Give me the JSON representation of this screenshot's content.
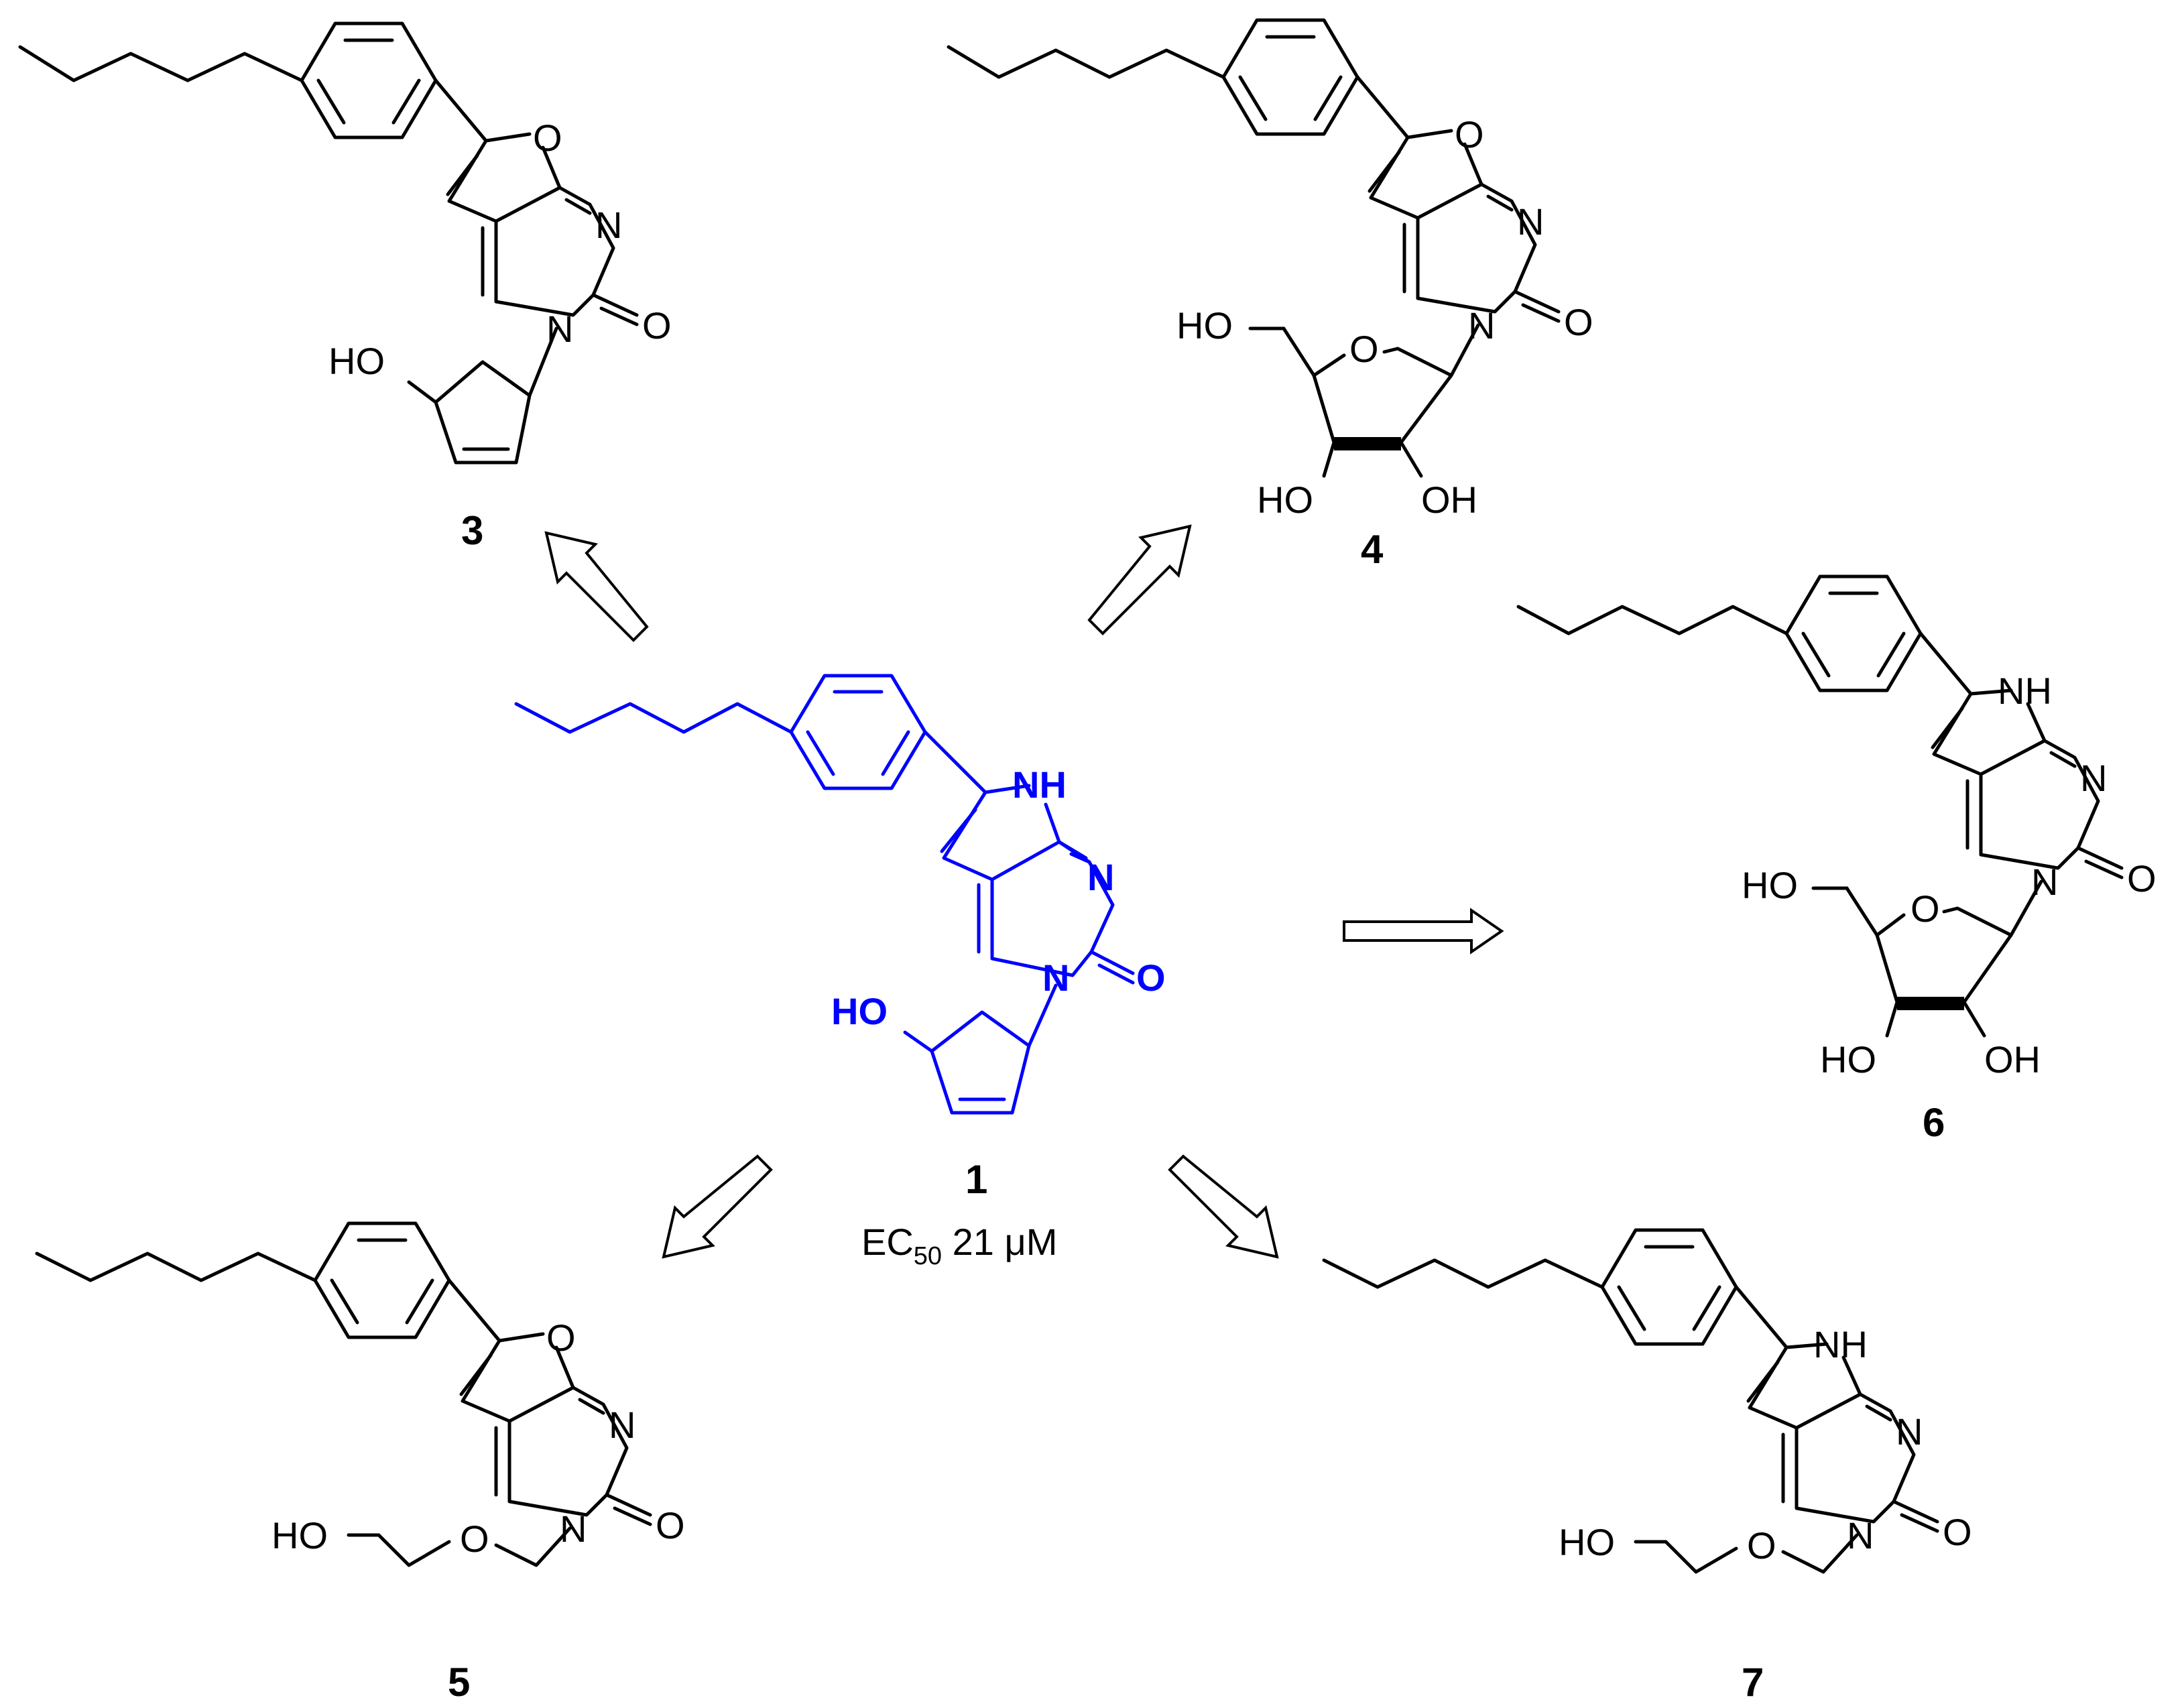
{
  "compounds": {
    "c3": {
      "number": "3"
    },
    "c4": {
      "number": "4"
    },
    "c1": {
      "number": "1",
      "activity_prefix": "EC",
      "activity_subscript": "50",
      "activity_value": " 21 μM"
    },
    "c6": {
      "number": "6"
    },
    "c5": {
      "number": "5"
    },
    "c7": {
      "number": "7"
    }
  },
  "atoms": {
    "O": "O",
    "N": "N",
    "NH": "NH",
    "HO": "HO",
    "OH": "OH"
  },
  "colors": {
    "parent": "#0000ff",
    "analogs": "#000000"
  }
}
